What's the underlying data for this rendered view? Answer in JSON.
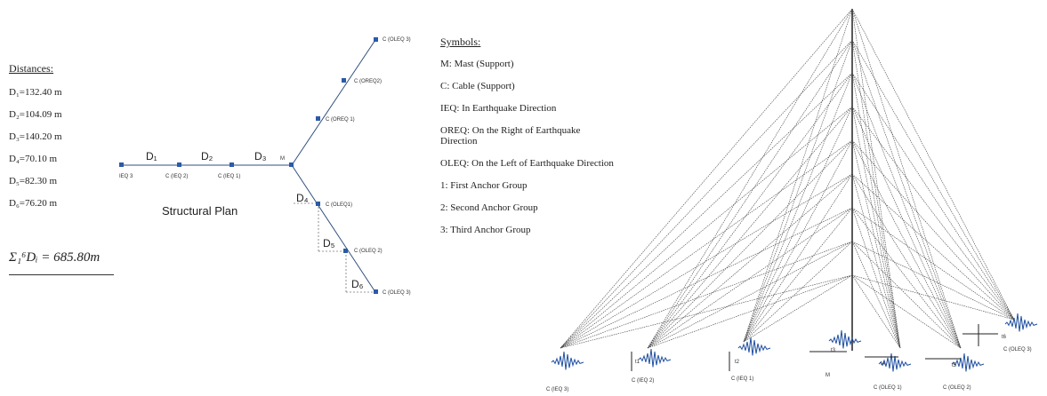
{
  "distances": {
    "title": "Distances:",
    "items": [
      "D₁=132.40 m",
      "D₂=104.09 m",
      "D₃=140.20 m",
      "D₄=70.10 m",
      "D₅=82.30 m",
      "D₆=76.20 m"
    ],
    "sum": "Σ₁⁶Dᵢ = 685.80m"
  },
  "plan": {
    "caption": "Structural Plan",
    "node_labels": {
      "ieq3": "IEQ 3",
      "ieq2": "C (IEQ 2)",
      "ieq1": "C (IEQ 1)",
      "mast": "M",
      "oreq1": "C (OREQ 1)",
      "oreq2": "C (OREQ2)",
      "oleq3_top": "C (OLEQ 3)",
      "oleq1": "C (OLEQ1)",
      "oleq2": "C (OLEQ 2)",
      "oleq3_bottom": "C (OLEQ 3)"
    },
    "d_labels": [
      "D₁",
      "D₂",
      "D₃",
      "D₄",
      "D₅",
      "D₆"
    ]
  },
  "symbols": {
    "title": "Symbols:",
    "items": [
      "M: Mast (Support)",
      "C: Cable (Support)",
      "IEQ: In Earthquake Direction",
      "OREQ: On the Right of Earthquake Direction",
      "OLEQ: On the Left of Earthquake Direction",
      "1: First Anchor Group",
      "2: Second Anchor Group",
      "3: Third Anchor Group"
    ]
  },
  "mast_diagram": {
    "support_labels": {
      "ieq3": "C (IEQ 3)",
      "ieq2": "C (IEQ 2)",
      "ieq1": "C (IEQ 1)",
      "mast": "M",
      "oleq1": "C (OLEQ 1)",
      "oleq2": "C (OLEQ 2)",
      "oleq3": "C (OLEQ 3)"
    },
    "t_labels": [
      "t1",
      "t2",
      "t3",
      "t4",
      "t5",
      "t6"
    ]
  }
}
